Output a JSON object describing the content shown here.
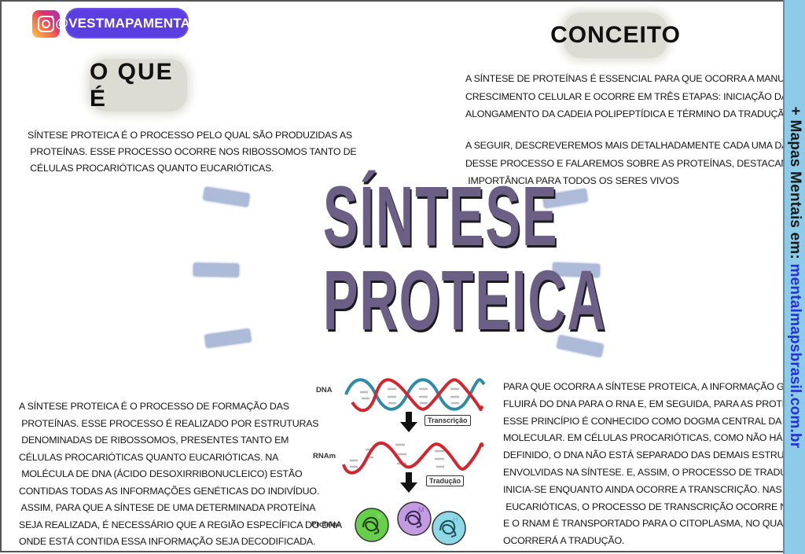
{
  "header": {
    "instagram_icon": "instagram-icon",
    "handle": "@VESTMAPAMENTAL"
  },
  "sections": {
    "o_que_e": {
      "heading": "O QUE É",
      "text": "SÍNTESE PROTEICA É O PROCESSO PELO QUAL SÃO PRODUZIDAS AS\n PROTEÍNAS. ESSE PROCESSO OCORRE NOS RIBOSSOMOS TANTO DE\n CÉLULAS PROCARIÓTICAS QUANTO EUCARIÓTICAS."
    },
    "conceito": {
      "heading": "CONCEITO",
      "text_1": "A SÍNTESE DE PROTEÍNAS É ESSENCIAL PARA QUE OCORRA A MANUTENÇÃO E O\nCRESCIMENTO CELULAR E OCORRE EM TRÊS ETAPAS: INICIAÇÃO DA TRADUÇÃO,\nALONGAMENTO DA CADEIA POLIPEPTÍDICA E TÉRMINO DA TRADUÇÃO.",
      "text_2": "A SEGUIR, DESCREVEREMOS MAIS DETALHADAMENTE CADA UMA DAS ETAPAS\nDESSE PROCESSO E FALAREMOS SOBRE AS PROTEÍNAS, DESTACANDO A SUA\n IMPORTÂNCIA PARA TODOS OS SERES VIVOS"
    },
    "bottom_left": {
      "text": "A SÍNTESE PROTEICA É O PROCESSO DE FORMAÇÃO DAS\n PROTEÍNAS. ESSE PROCESSO É REALIZADO POR ESTRUTURAS\n DENOMINADAS DE RIBOSSOMOS, PRESENTES TANTO EM\nCÉLULAS PROCARIÓTICAS QUANTO EUCARIÓTICAS. NA\n MOLÉCULA DE DNA (ÁCIDO DESOXIRRIBONUCLEICO) ESTÃO\nCONTIDAS TODAS AS INFORMAÇÕES GENÉTICAS DO INDIVÍDUO.\n ASSIM, PARA QUE A SÍNTESE DE UMA DETERMINADA PROTEÍNA\nSEJA REALIZADA, É NECESSÁRIO QUE A REGIÃO ESPECÍFICA DO DNA\nONDE ESTÁ CONTIDA ESSA INFORMAÇÃO SEJA DECODIFICADA."
    },
    "bottom_right": {
      "text": "PARA QUE OCORRA A SÍNTESE PROTEICA, A INFORMAÇÃO GENÉTICA\nFLUIRÁ DO DNA PARA O RNA E, EM SEGUIDA, PARA AS PROTEÍNAS.\nESSE PRINCÍPIO É CONHECIDO COMO DOGMA CENTRAL DA BIOLOGIA\nMOLECULAR. EM CÉLULAS PROCARIÓTICAS, COMO NÃO HÁ NÚCLEO\nDEFINIDO, O DNA NÃO ESTÁ SEPARADO DAS DEMAIS ESTRUTURAS\nENVOLVIDAS NA SÍNTESE. E, ASSIM, O PROCESSO DE TRADUÇÃO\nINICIA-SE ENQUANTO AINDA OCORRE A TRANSCRIÇÃO. NAS CÉLULAS\n EUCARIÓTICAS, O PROCESSO DE TRANSCRIÇÃO OCORRE NO NÚCLEO\nE O RNAM É TRANSPORTADO PARA O CITOPLASMA, NO QUAL\nOCORRERÁ A TRADUÇÃO."
    }
  },
  "title": {
    "line_1": "SÍNTESE",
    "line_2": "PROTEICA"
  },
  "diagram": {
    "labels": {
      "dna": "DNA",
      "rnam": "RNAm",
      "proteina": "Proteína"
    },
    "steps": {
      "transcricao": "Transcrição",
      "traducao": "Tradução"
    },
    "protein_letters": [
      "V",
      "M",
      "H"
    ],
    "colors": {
      "strand_red": "#d0262f",
      "strand_blue": "#2f8aa6",
      "protein_green": "#66d04a",
      "protein_purple": "#c39be3",
      "protein_cyan": "#8fd8e6"
    }
  },
  "side_banner": {
    "prefix": "+ Mapas Mentais em: ",
    "url": "mentalmapsbrasil.com.br"
  },
  "colors": {
    "title": "#6b5f86",
    "handle_badge": "#5b3ee0",
    "heading_blob": "#dcdcd4",
    "brush_stroke": "#a9b8d8",
    "side_banner": "#8ecbe8",
    "side_url": "#2430d8"
  }
}
